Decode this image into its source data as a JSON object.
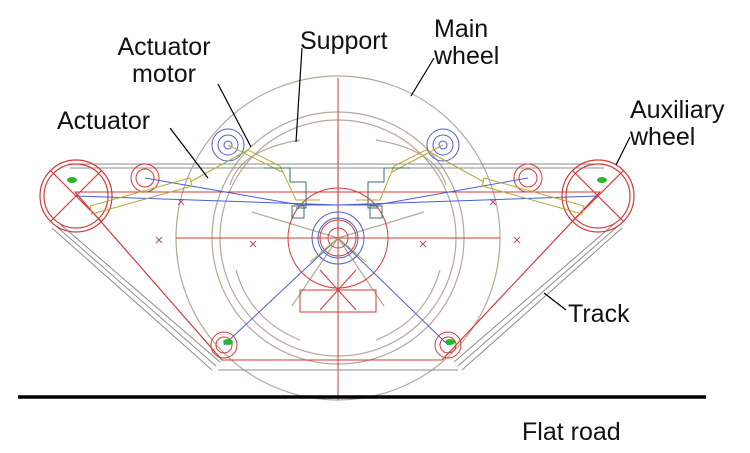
{
  "labels": {
    "actuator_motor_line1": "Actuator",
    "actuator_motor_line2": "motor",
    "support": "Support",
    "main_wheel_line1": "Main",
    "main_wheel_line2": "wheel",
    "actuator": "Actuator",
    "auxiliary_wheel_line1": "Auxiliary",
    "auxiliary_wheel_line2": "wheel",
    "track": "Track",
    "flat_road": "Flat road"
  },
  "colors": {
    "main_wheel": "#b5a898",
    "red_lines": "#d23a3a",
    "track": "#8c8c8c",
    "link_blue": "#4a5ed0",
    "link_olive": "#b3aa3a",
    "green_marker": "#2bb52b",
    "ground": "#000000",
    "leader": "#000000"
  }
}
